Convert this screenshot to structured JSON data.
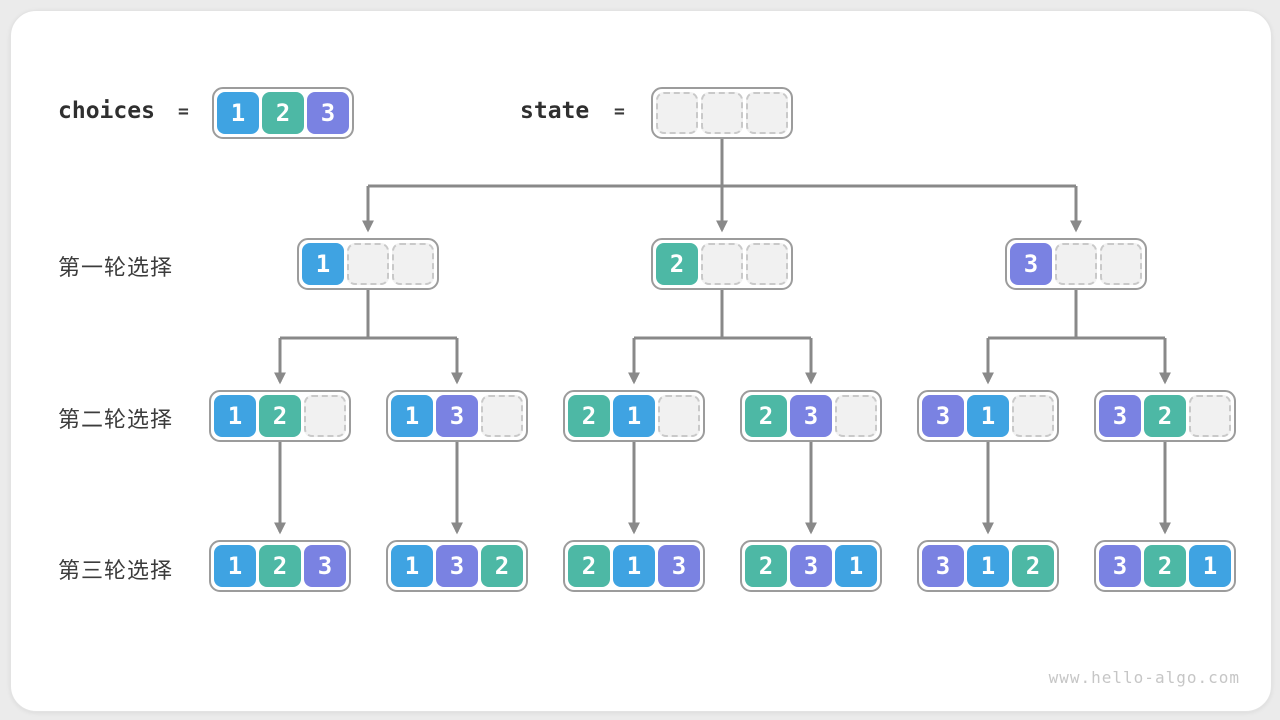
{
  "colors": {
    "c1": "#3fa3e2",
    "c2": "#4db8a5",
    "c3": "#7a82e2",
    "line": "#898989",
    "border": "#9c9c9c"
  },
  "header": {
    "choices": {
      "label": "choices",
      "equals": "=",
      "cells": [
        "1",
        "2",
        "3"
      ]
    },
    "state": {
      "label": "state",
      "equals": "=",
      "cells": [
        "",
        "",
        ""
      ]
    }
  },
  "rows": [
    {
      "label": "第一轮选择",
      "boxes": [
        [
          "1",
          "",
          ""
        ],
        [
          "2",
          "",
          ""
        ],
        [
          "3",
          "",
          ""
        ]
      ]
    },
    {
      "label": "第二轮选择",
      "boxes": [
        [
          "1",
          "2",
          ""
        ],
        [
          "1",
          "3",
          ""
        ],
        [
          "2",
          "1",
          ""
        ],
        [
          "2",
          "3",
          ""
        ],
        [
          "3",
          "1",
          ""
        ],
        [
          "3",
          "2",
          ""
        ]
      ]
    },
    {
      "label": "第三轮选择",
      "boxes": [
        [
          "1",
          "2",
          "3"
        ],
        [
          "1",
          "3",
          "2"
        ],
        [
          "2",
          "1",
          "3"
        ],
        [
          "2",
          "3",
          "1"
        ],
        [
          "3",
          "1",
          "2"
        ],
        [
          "3",
          "2",
          "1"
        ]
      ]
    }
  ],
  "footer": {
    "watermark": "www.hello-algo.com"
  }
}
